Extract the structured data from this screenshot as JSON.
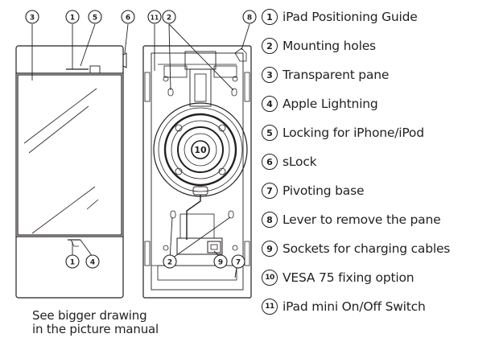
{
  "legend": {
    "items": [
      {
        "number": "1",
        "label": "iPad Positioning Guide"
      },
      {
        "number": "2",
        "label": "Mounting holes"
      },
      {
        "number": "3",
        "label": "Transparent pane"
      },
      {
        "number": "4",
        "label": "Apple Lightning"
      },
      {
        "number": "5",
        "label": "Locking for iPhone/iPod"
      },
      {
        "number": "6",
        "label": "sLock"
      },
      {
        "number": "7",
        "label": "Pivoting base"
      },
      {
        "number": "8",
        "label": "Lever to remove the pane"
      },
      {
        "number": "9",
        "label": "Sockets for charging cables"
      },
      {
        "number": "10",
        "label": "VESA 75 fixing option"
      },
      {
        "number": "11",
        "label": "iPad mini On/Off Switch"
      }
    ]
  },
  "note": {
    "line1": "See bigger drawing",
    "line2": "in the picture manual"
  },
  "callouts": {
    "front_top": [
      "3",
      "1",
      "5",
      "6"
    ],
    "front_bottom": [
      "1",
      "4"
    ],
    "back_top": [
      "11",
      "2",
      "8"
    ],
    "back_center": "10",
    "back_bottom": [
      "2",
      "9",
      "7"
    ]
  }
}
